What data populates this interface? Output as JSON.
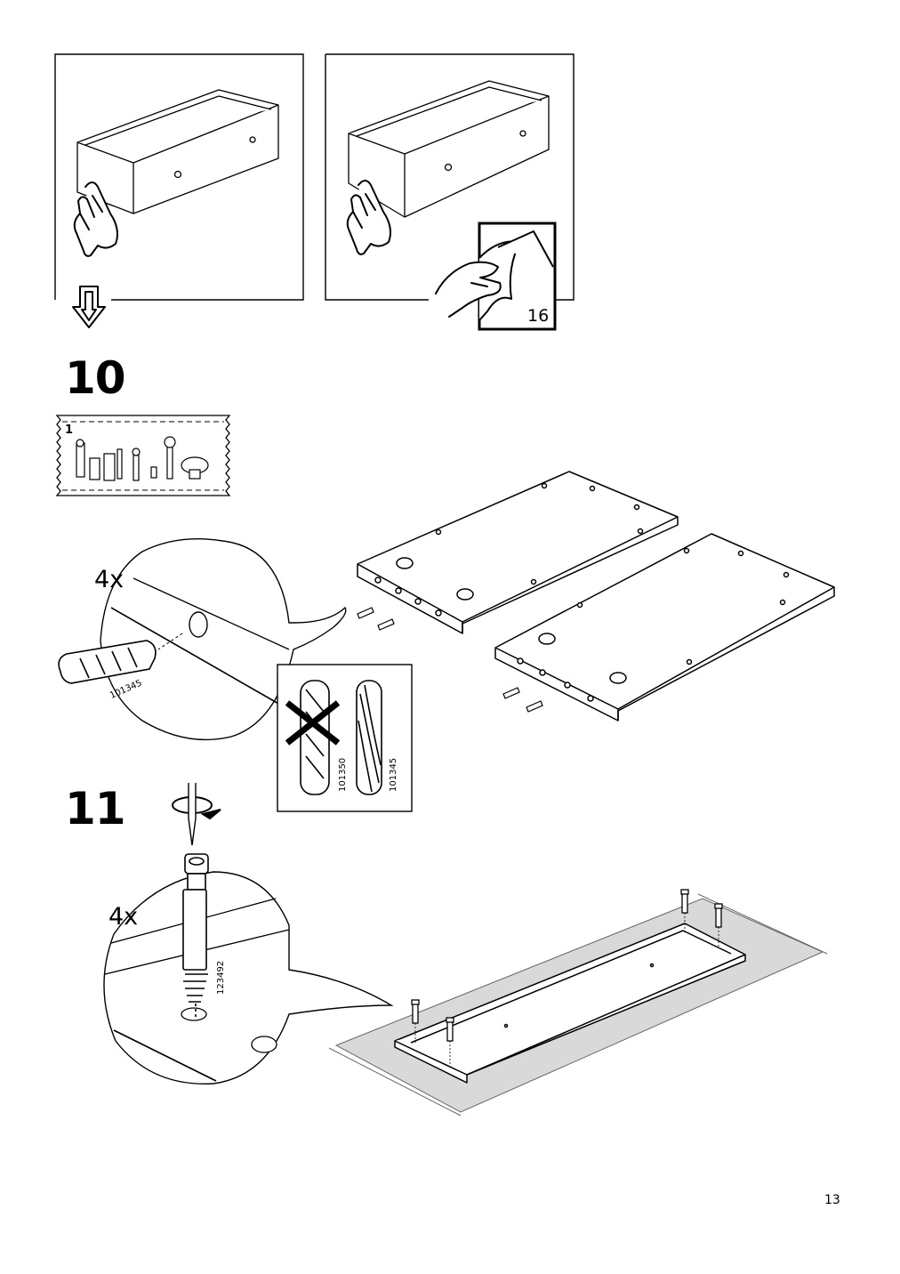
{
  "page": {
    "number": "13"
  },
  "top_panels": {
    "reference_page": "16"
  },
  "step10": {
    "number": "10",
    "bag_label": "1",
    "quantity": "4x",
    "dowel_part": "101345",
    "wrong_dowel_part": "101350",
    "right_dowel_part": "101345"
  },
  "step11": {
    "number": "11",
    "quantity": "4x",
    "bolt_part": "123492"
  }
}
